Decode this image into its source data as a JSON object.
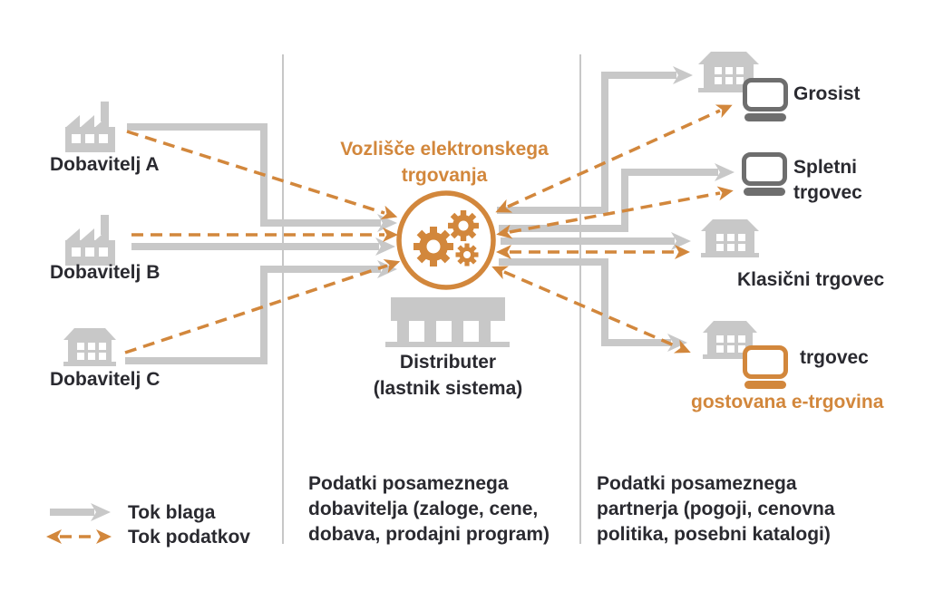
{
  "colors": {
    "accent_orange": "#D2873C",
    "flow_gray": "#C8C8C8",
    "device_gray": "#6E6E6E",
    "text_dark": "#2A2A30"
  },
  "suppliers": {
    "a": {
      "label": "Dobavitelj A"
    },
    "b": {
      "label": "Dobavitelj B"
    },
    "c": {
      "label": "Dobavitelj C"
    }
  },
  "hub": {
    "title_line1": "Vozlišče elektronskega",
    "title_line2": "trgovanja",
    "owner_line1": "Distributer",
    "owner_line2": "(lastnik sistema)"
  },
  "partners": {
    "grosist": {
      "label": "Grosist"
    },
    "spletni": {
      "label_line1": "Spletni",
      "label_line2": "trgovec"
    },
    "klasicni": {
      "label": "Klasični trgovec"
    },
    "trgovec": {
      "label": "trgovec",
      "sub_label": "gostovana e-trgovina"
    }
  },
  "legend": {
    "goods": "Tok blaga",
    "data": "Tok podatkov"
  },
  "notes": {
    "middle": {
      "line1": "Podatki posameznega",
      "line2": "dobavitelja (zaloge, cene,",
      "line3": "dobava, prodajni program)"
    },
    "right": {
      "line1": "Podatki posameznega",
      "line2": "partnerja (pogoji, cenovna",
      "line3": "politika, posebni katalogi)"
    }
  }
}
